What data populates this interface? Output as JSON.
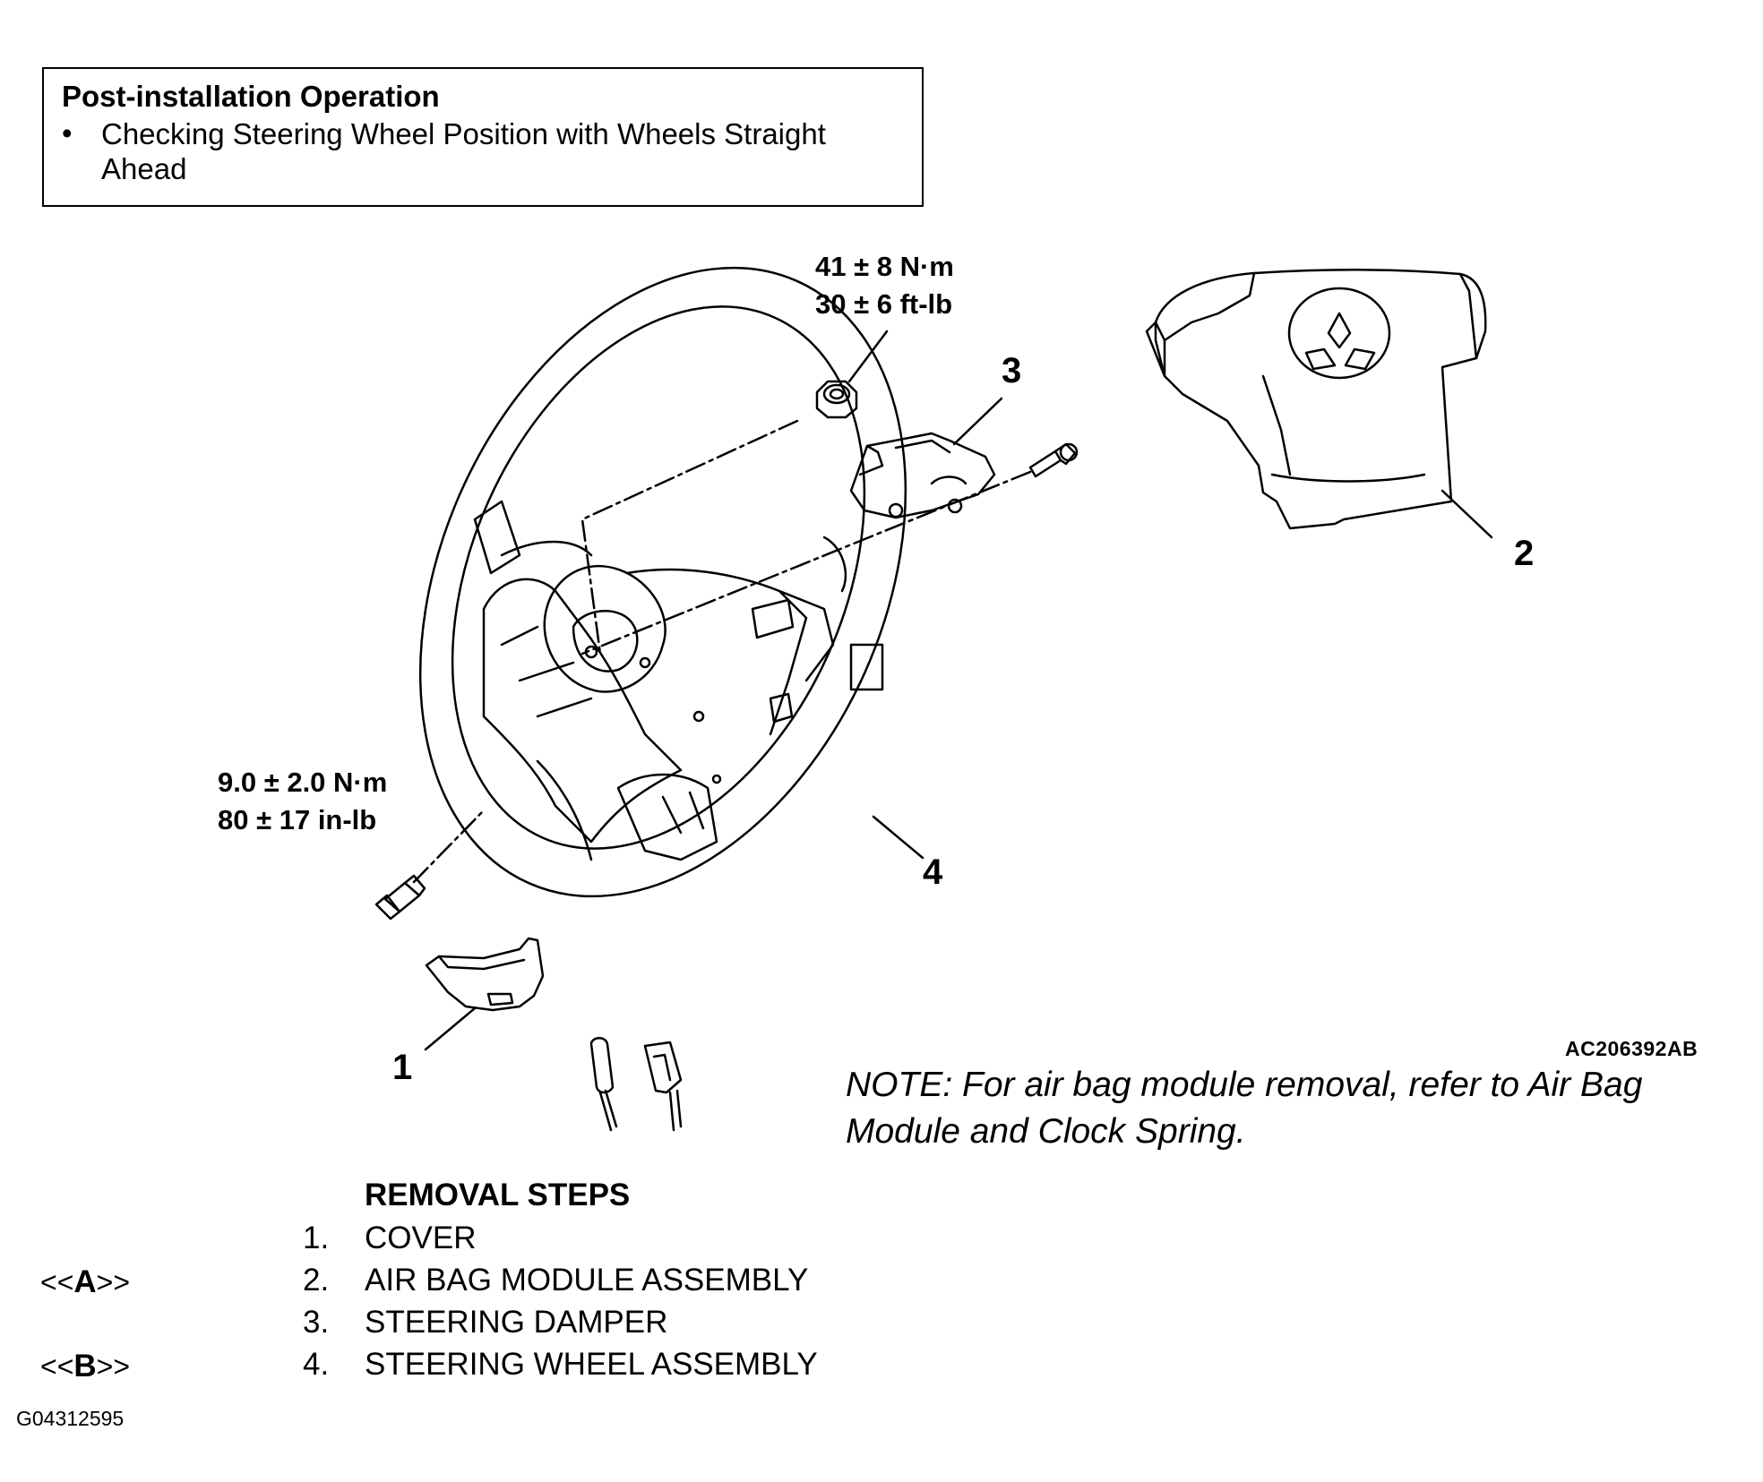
{
  "post_installation": {
    "title": "Post-installation Operation",
    "bullet": "•",
    "item": "Checking Steering Wheel Position with Wheels Straight Ahead"
  },
  "torque_specs": {
    "nut": [
      "41 ± 8 N·m",
      "30 ± 6 ft-lb"
    ],
    "bolt": [
      "9.0 ± 2.0 N·m",
      "80 ± 17 in-lb"
    ]
  },
  "callouts": [
    "1",
    "2",
    "3",
    "4"
  ],
  "figure_code": "AC206392AB",
  "note": [
    "NOTE: For air bag module removal, refer to  Air Bag",
    "Module and Clock Spring."
  ],
  "removal_steps": {
    "title": "REMOVAL STEPS",
    "steps": [
      {
        "num": "1.",
        "label": "COVER",
        "ref": ""
      },
      {
        "num": "2.",
        "label": "AIR BAG MODULE ASSEMBLY",
        "ref_open": "<<",
        "ref_letter": "A",
        "ref_close": ">>"
      },
      {
        "num": "3.",
        "label": "STEERING DAMPER",
        "ref": ""
      },
      {
        "num": "4.",
        "label": "STEERING WHEEL ASSEMBLY",
        "ref_open": "<<",
        "ref_letter": "B",
        "ref_close": ">>"
      }
    ]
  },
  "document_id": "G04312595"
}
